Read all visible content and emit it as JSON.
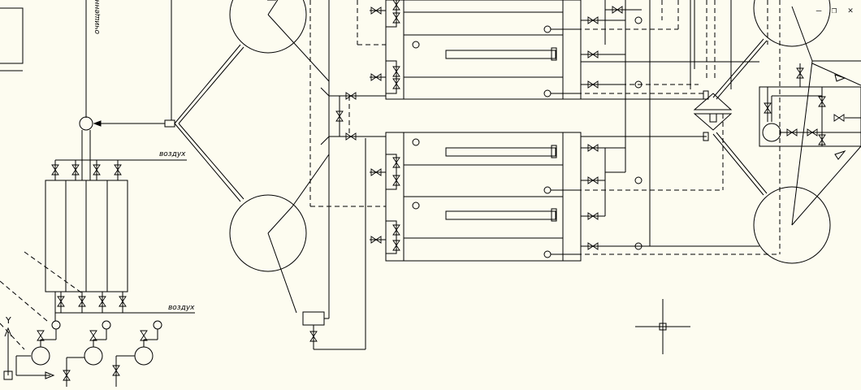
{
  "labels": {
    "cleaned": "очищенно",
    "air_top": "воздух",
    "air_bottom": "воздух"
  },
  "axis": {
    "y_label": "Y"
  },
  "icons": {
    "minimize": "minimize-icon",
    "restore": "restore-icon",
    "close": "close-icon"
  },
  "colors": {
    "background": "#fdfcf0",
    "line": "#000000"
  }
}
